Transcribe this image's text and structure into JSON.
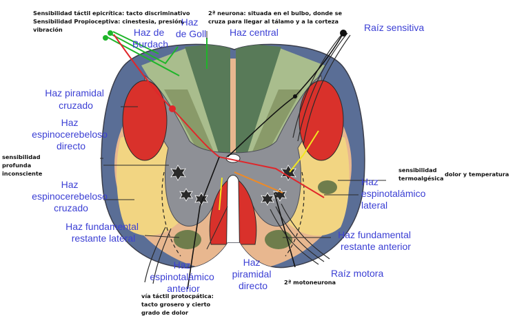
{
  "colors": {
    "outer_blue": "#5a6e96",
    "outer_blue_light": "#8fa3c7",
    "tan": "#e8b78f",
    "yellow": "#f2d582",
    "red": "#d9312b",
    "gray_matter": "#8e9096",
    "goll": "#587a58",
    "burdach": "#a9bd8d",
    "olive": "#6f7d4c",
    "label_blue": "#3b3fd4",
    "green_path": "#1fb52a",
    "red_path": "#e0262a",
    "yellow_path": "#f2e620",
    "orange_path": "#f08a24"
  },
  "labels": {
    "goll": [
      "Haz",
      "de Goll"
    ],
    "burdach": [
      "Haz de",
      "Burdach"
    ],
    "central": [
      "Haz central"
    ],
    "raiz_sensitiva": [
      "Raíz sensitiva"
    ],
    "piramidal_cruzado": [
      "Haz piramidal",
      "cruzado"
    ],
    "espinocerebeloso_directo": [
      "Haz",
      "espinocerebeloso",
      "directo"
    ],
    "espinocerebeloso_cruzado": [
      "Haz",
      "espinocerebeloso",
      "cruzado"
    ],
    "fundamental_lateral": [
      "Haz fundamental",
      "restante lateral"
    ],
    "espinotalamico_anterior": [
      "Haz",
      "espinotalámico",
      "anterior"
    ],
    "piramidal_directo": [
      "Haz",
      "piramidal",
      "directo"
    ],
    "raiz_motora": [
      "Raíz motora"
    ],
    "fundamental_anterior": [
      "Haz fundamental",
      "restante anterior"
    ],
    "espinotalamico_lateral": [
      "Haz",
      "espinotalámico",
      "lateral"
    ]
  },
  "annotations": {
    "epicritica": [
      "Sensibilidad táctil epicrítica: tacto discriminativo",
      "Sensibilidad Propioceptiva: cinestesia, presión,",
      "vibración"
    ],
    "segunda_neurona": [
      "2ª neurona: situada en el bulbo, donde se",
      "cruza para llegar al tálamo y a la corteza"
    ],
    "profunda": [
      "sensibilidad",
      "profunda",
      "inconsciente"
    ],
    "termoalgesica": [
      "sensibilidad",
      "termoalgésica"
    ],
    "dolor_temp": [
      "dolor y temperatura"
    ],
    "motoneurona": [
      "2ª motoneurona"
    ],
    "protopatica": [
      "vía táctil protocpática:",
      "tacto grosero y cierto",
      "grado de dolor"
    ]
  }
}
